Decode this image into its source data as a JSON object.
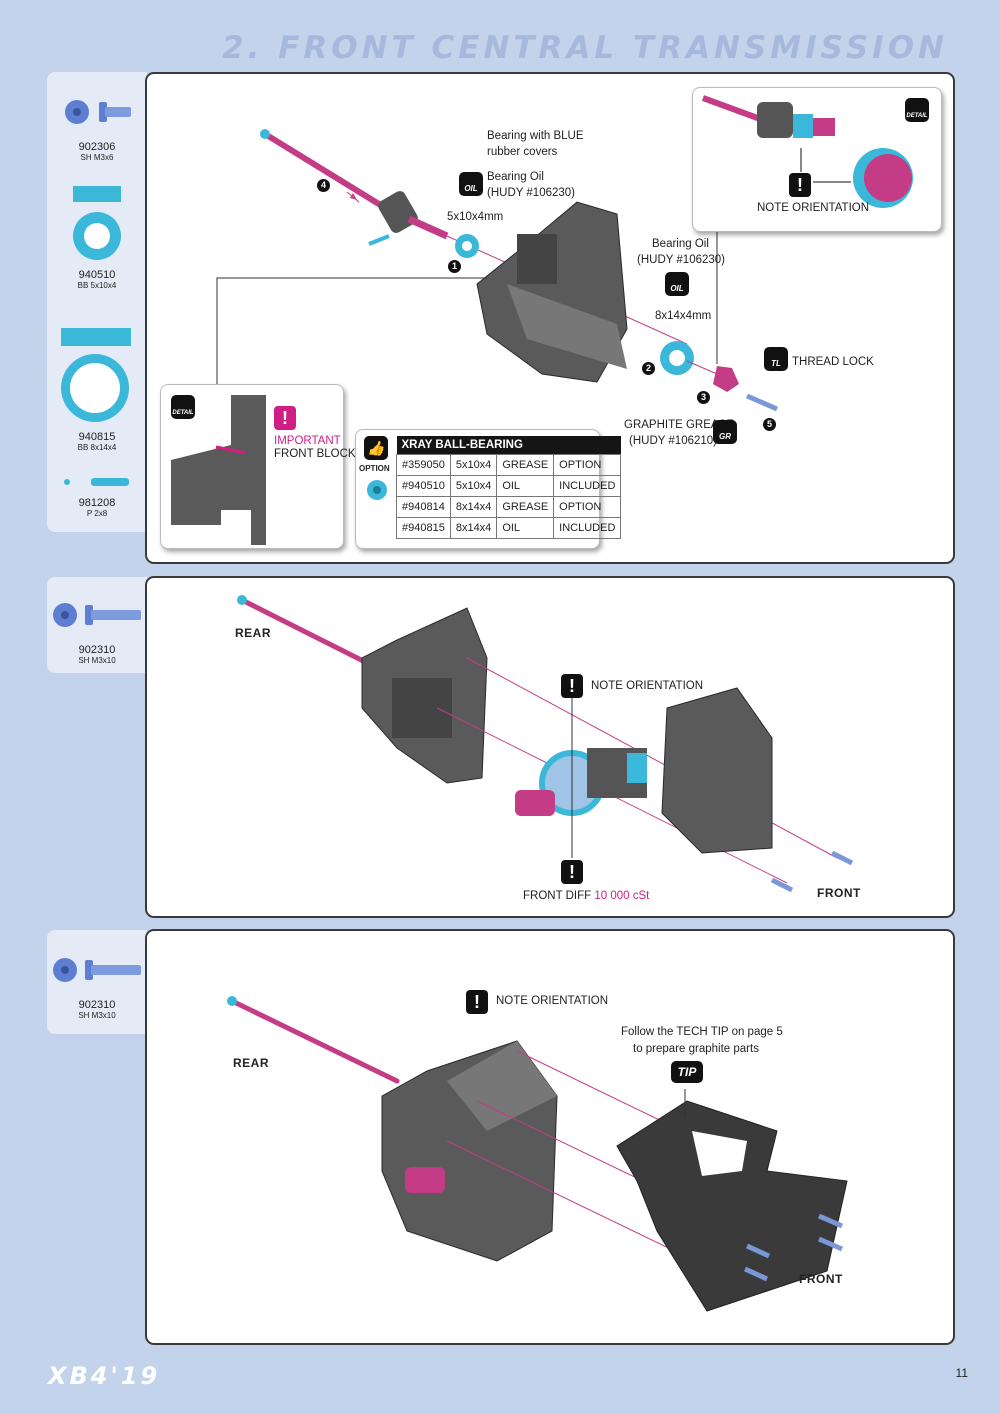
{
  "page": {
    "title": "2. FRONT CENTRAL TRANSMISSION",
    "logo": "XB4'19",
    "page_number": "11"
  },
  "colors": {
    "accent": "#d01f84",
    "part_blue": "#3bb8d9",
    "background": "#c4d3ec",
    "title": "#a6b9dc"
  },
  "step1": {
    "parts": [
      {
        "code": "902306",
        "desc": "SH M3x6"
      },
      {
        "code": "940510",
        "desc": "BB 5x10x4"
      },
      {
        "code": "940815",
        "desc": "BB 8x14x4"
      },
      {
        "code": "981208",
        "desc": "P 2x8"
      }
    ],
    "labels": {
      "bearing_blue": "Bearing with BLUE",
      "bearing_blue2": "rubber covers",
      "bearing_oil": "Bearing Oil",
      "hudy_oil": "(HUDY #106230)",
      "size_small": "5x10x4mm",
      "bearing_oil_b": "Bearing Oil",
      "hudy_oil_b": "(HUDY #106230)",
      "size_large": "8x14x4mm",
      "thread_lock": "THREAD LOCK",
      "graphite_grease": "GRAPHITE GREASE",
      "hudy_grease": "(HUDY #106210)",
      "note_orientation": "NOTE ORIENTATION",
      "important": "IMPORTANT",
      "front_block": "FRONT BLOCK",
      "option": "OPTION",
      "detail": "DETAIL",
      "oil_icon": "OIL",
      "gr_icon": "GR",
      "tl_icon": "TL"
    },
    "step_numbers": [
      "1",
      "2",
      "3",
      "4",
      "5"
    ],
    "table": {
      "header": "XRAY BALL-BEARING",
      "rows": [
        [
          "#359050",
          "5x10x4",
          "GREASE",
          "OPTION"
        ],
        [
          "#940510",
          "5x10x4",
          "OIL",
          "INCLUDED"
        ],
        [
          "#940814",
          "8x14x4",
          "GREASE",
          "OPTION"
        ],
        [
          "#940815",
          "8x14x4",
          "OIL",
          "INCLUDED"
        ]
      ]
    }
  },
  "step2": {
    "parts": [
      {
        "code": "902310",
        "desc": "SH M3x10"
      }
    ],
    "labels": {
      "rear": "REAR",
      "front": "FRONT",
      "note_orientation": "NOTE ORIENTATION",
      "front_diff": "FRONT DIFF",
      "front_diff_value": "10 000 cSt"
    }
  },
  "step3": {
    "parts": [
      {
        "code": "902310",
        "desc": "SH M3x10"
      }
    ],
    "labels": {
      "rear": "REAR",
      "front": "FRONT",
      "note_orientation": "NOTE ORIENTATION",
      "tech_tip": "Follow the TECH TIP on page 5",
      "tech_tip2": "to prepare graphite parts",
      "tip_badge": "TIP"
    }
  }
}
